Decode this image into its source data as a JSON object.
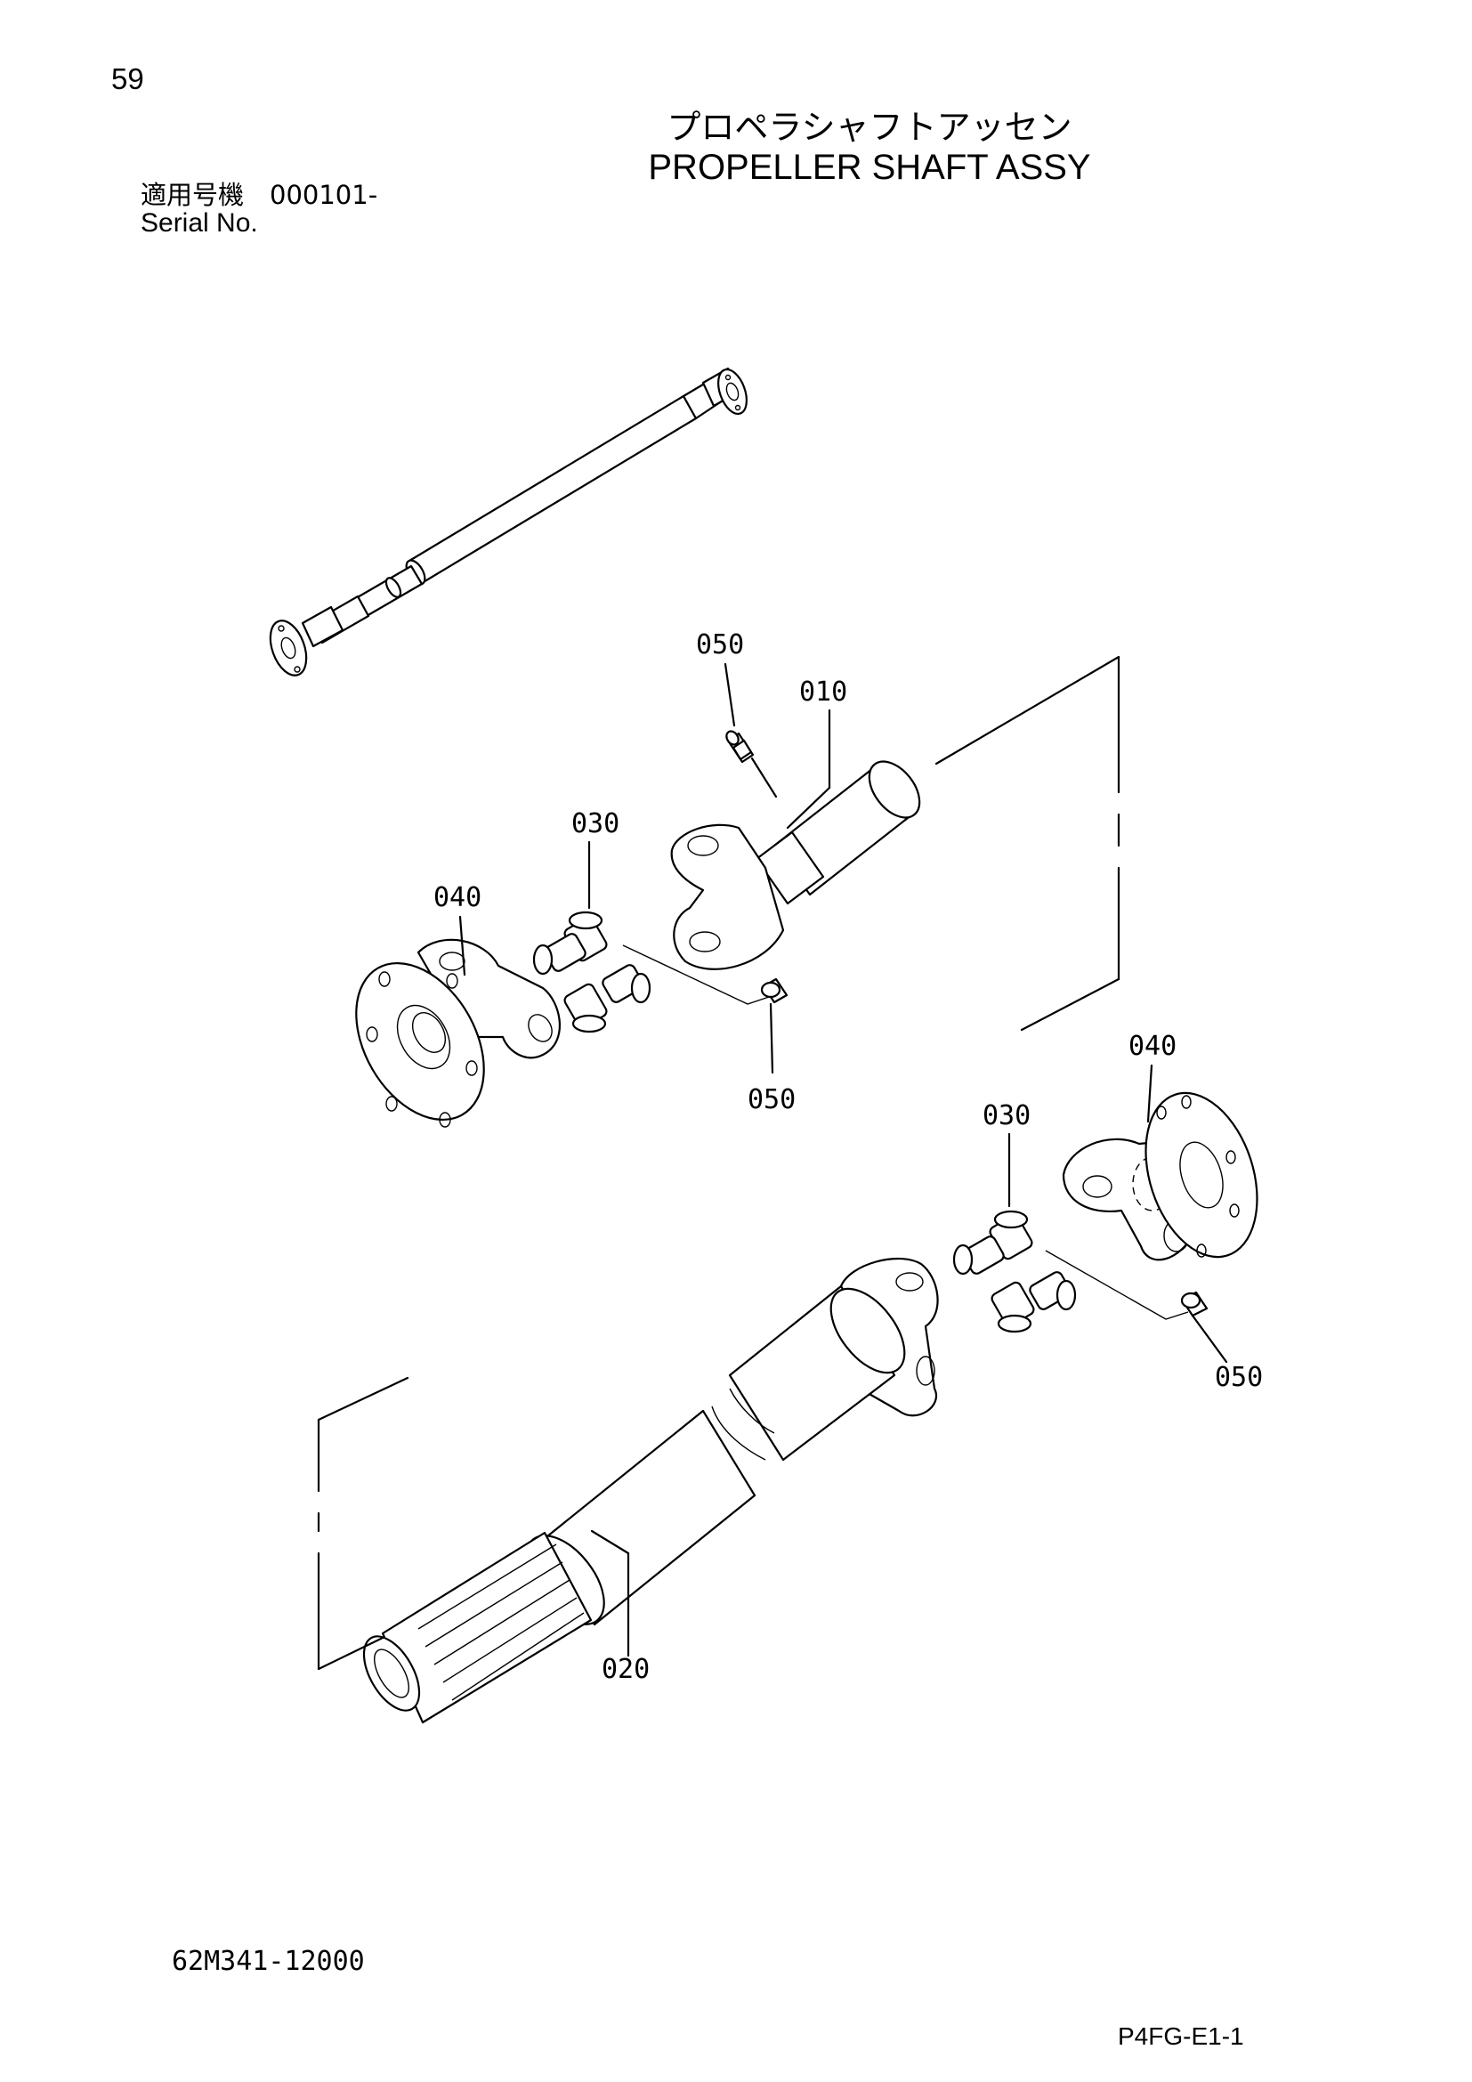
{
  "header": {
    "page_number": "59",
    "title_jp": "プロペラシャフトアッセン",
    "title_en": "PROPELLER SHAFT ASSY",
    "serial_label_jp": "適用号機　000101-",
    "serial_label_en": "Serial No."
  },
  "footer": {
    "part_number": "62M341-12000",
    "page_code": "P4FG-E1-1"
  },
  "callouts": {
    "c050_top": "050",
    "c010": "010",
    "c030_upper": "030",
    "c040_left": "040",
    "c050_mid": "050",
    "c040_right": "040",
    "c030_lower": "030",
    "c050_right": "050",
    "c020": "020"
  }
}
